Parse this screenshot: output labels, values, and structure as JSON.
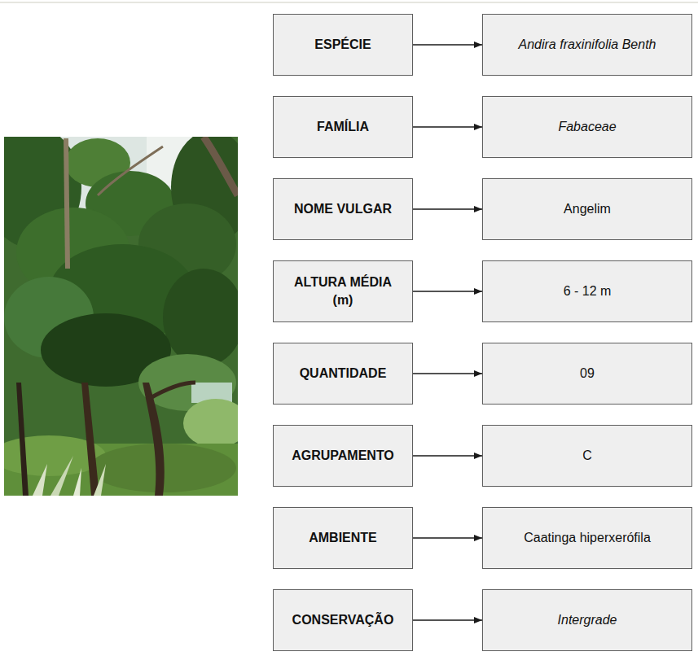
{
  "diagram": {
    "nodes": [
      {
        "text": [
          "ESPÉCIE"
        ]
      },
      {
        "text": [
          "Andira fraxinifolia Benth"
        ]
      },
      {
        "text": [
          "FAMÍLIA"
        ]
      },
      {
        "text": [
          "Fabaceae"
        ]
      },
      {
        "text": [
          "NOME VULGAR"
        ]
      },
      {
        "text": [
          "Angelim"
        ]
      },
      {
        "text": [
          "ALTURA MÉDIA (m)"
        ]
      },
      {
        "text": [
          "6 - 12 m"
        ]
      },
      {
        "text": [
          "QUANTIDADE"
        ]
      },
      {
        "text": [
          "09"
        ]
      },
      {
        "text": [
          "AGRUPAMENTO"
        ]
      },
      {
        "text": [
          "C"
        ]
      },
      {
        "text": [
          "AMBIENTE"
        ]
      },
      {
        "text": [
          "Caatinga hiperxerófila"
        ]
      },
      {
        "text": [
          "CONSERVAÇÃO"
        ]
      },
      {
        "text": [
          "Intergrade"
        ]
      }
    ],
    "edges": [
      {
        "from": 0,
        "to": 1,
        "arrow": "to"
      },
      {
        "from": 2,
        "to": 3,
        "arrow": "to"
      },
      {
        "from": 4,
        "to": 5,
        "arrow": "to"
      },
      {
        "from": 6,
        "to": 7,
        "arrow": "to"
      },
      {
        "from": 8,
        "to": 9,
        "arrow": "to"
      },
      {
        "from": 10,
        "to": 11,
        "arrow": "to"
      },
      {
        "from": 12,
        "to": 13,
        "arrow": "to"
      },
      {
        "from": 14,
        "to": 15,
        "arrow": "to"
      }
    ]
  }
}
